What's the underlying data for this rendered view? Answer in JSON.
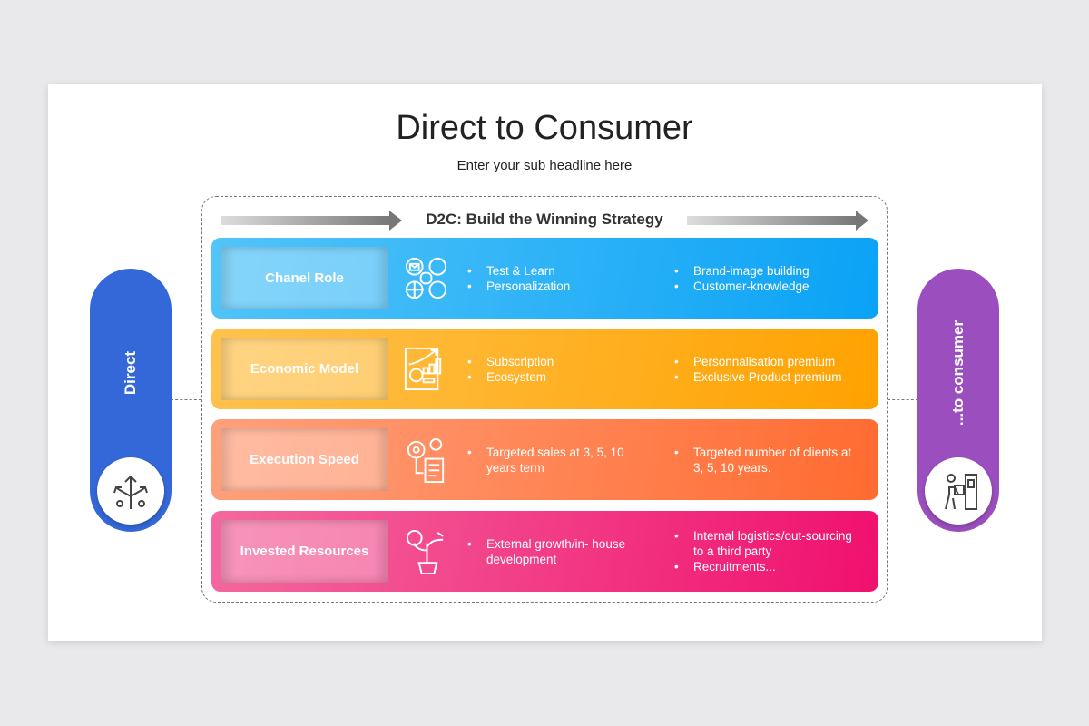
{
  "title": "Direct to Consumer",
  "subtitle": "Enter your sub headline here",
  "strategy_heading": "D2C: Build the Winning Strategy",
  "left_pill": {
    "label": "Direct",
    "icon": "split-arrows-icon",
    "color": "#3468d8"
  },
  "right_pill": {
    "label": "...to consumer",
    "icon": "delivery-person-icon",
    "color": "#9b4fbf"
  },
  "rows": [
    {
      "label": "Chanel Role",
      "icon": "omnichannel-icon",
      "col1": [
        "Test & Learn",
        "Personalization"
      ],
      "col2": [
        "Brand-image building",
        "Customer-knowledge"
      ],
      "colors": [
        "#52c4f8",
        "#0ba2f6"
      ]
    },
    {
      "label": "Economic Model",
      "icon": "finance-growth-icon",
      "col1": [
        "Subscription",
        "Ecosystem"
      ],
      "col2": [
        "Personnalisation premium",
        "Exclusive Product premium"
      ],
      "colors": [
        "#ffc24e",
        "#ffa200"
      ]
    },
    {
      "label": "Execution Speed",
      "icon": "gears-checklist-icon",
      "col1": [
        "Targeted sales at 3, 5, 10 years term"
      ],
      "col2": [
        "Targeted number of clients at 3, 5, 10 years."
      ],
      "colors": [
        "#ffa07c",
        "#ff6b30"
      ]
    },
    {
      "label": "Invested Resources",
      "icon": "money-plant-icon",
      "col1": [
        "External growth/in- house development"
      ],
      "col2": [
        "Internal logistics/out-sourcing to a third party",
        "Recruitments..."
      ],
      "colors": [
        "#f4689e",
        "#f0106e"
      ]
    }
  ]
}
